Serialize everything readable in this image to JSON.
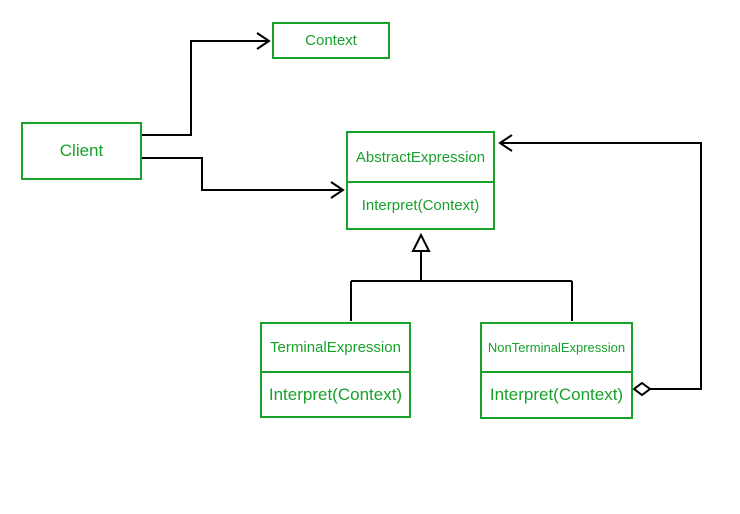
{
  "diagram": {
    "kind": "uml-class-diagram",
    "colors": {
      "node_accent": "#18A12B",
      "line": "#000000",
      "background": "#FFFFFF"
    },
    "nodes": {
      "context": {
        "label": "Context"
      },
      "client": {
        "label": "Client"
      },
      "abstract_expression": {
        "title": "AbstractExpression",
        "method": "Interpret(Context)"
      },
      "terminal_expression": {
        "title": "TerminalExpression",
        "method": "Interpret(Context)"
      },
      "non_terminal_expression": {
        "title": "NonTerminalExpression",
        "method": "Interpret(Context)"
      }
    },
    "edges": [
      {
        "from": "Client",
        "to": "Context",
        "type": "directed-association"
      },
      {
        "from": "Client",
        "to": "AbstractExpression",
        "type": "directed-association"
      },
      {
        "from": "TerminalExpression",
        "to": "AbstractExpression",
        "type": "generalization"
      },
      {
        "from": "NonTerminalExpression",
        "to": "AbstractExpression",
        "type": "generalization"
      },
      {
        "from": "NonTerminalExpression",
        "to": "AbstractExpression",
        "type": "aggregation-association"
      }
    ]
  }
}
